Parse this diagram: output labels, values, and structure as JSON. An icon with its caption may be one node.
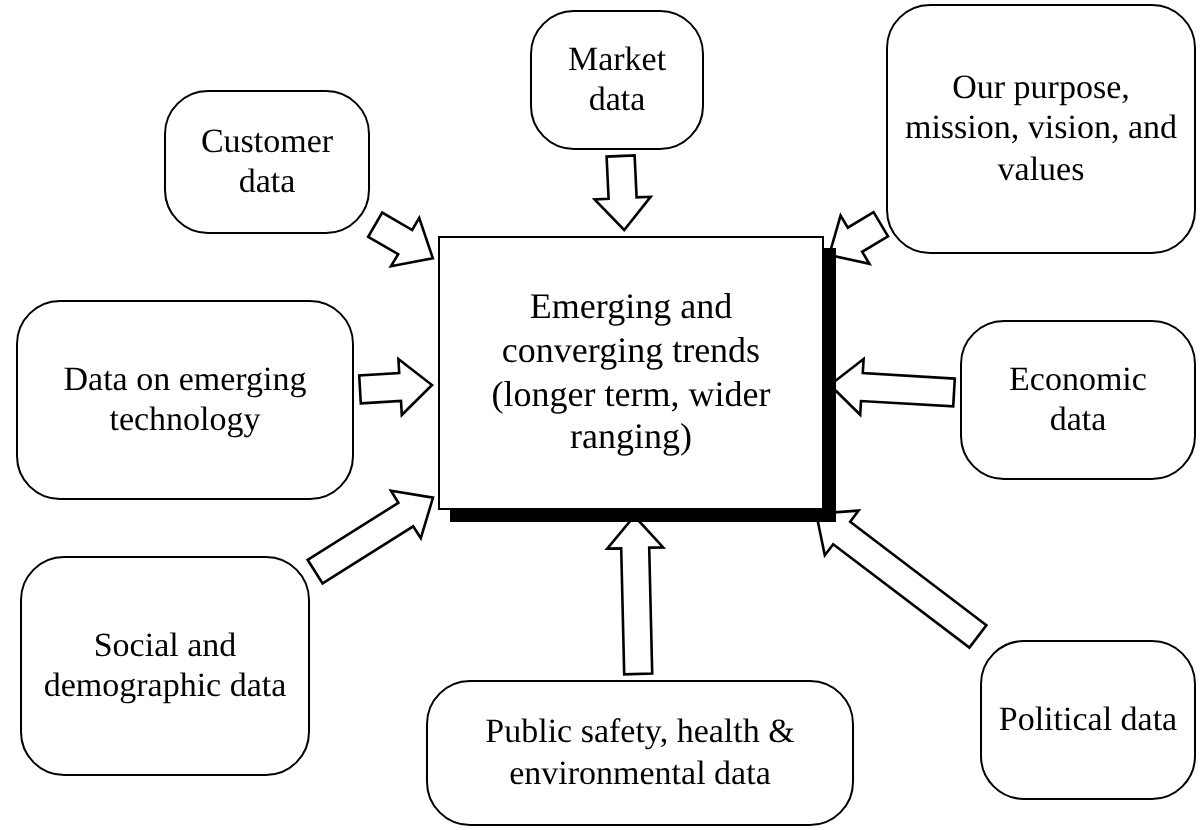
{
  "diagram": {
    "nodes": [
      {
        "text": [
          "Emerging and converging trends (longer term, wider ranging)"
        ]
      },
      {
        "text": [
          "Customer data"
        ]
      },
      {
        "text": [
          "Market data"
        ]
      },
      {
        "text": [
          "Our purpose, mission, vision, and values"
        ]
      },
      {
        "text": [
          "Data on emerging technology"
        ]
      },
      {
        "text": [
          "Economic data"
        ]
      },
      {
        "text": [
          "Social and demographic data"
        ]
      },
      {
        "text": [
          "Public safety, health & environmental data"
        ]
      },
      {
        "text": [
          "Political data"
        ]
      }
    ],
    "edges": [
      {
        "from": 1,
        "to": 0,
        "arrow": "to"
      },
      {
        "from": 2,
        "to": 0,
        "arrow": "to"
      },
      {
        "from": 3,
        "to": 0,
        "arrow": "to"
      },
      {
        "from": 4,
        "to": 0,
        "arrow": "to"
      },
      {
        "from": 5,
        "to": 0,
        "arrow": "to"
      },
      {
        "from": 6,
        "to": 0,
        "arrow": "to"
      },
      {
        "from": 7,
        "to": 0,
        "arrow": "to"
      },
      {
        "from": 8,
        "to": 0,
        "arrow": "to"
      }
    ]
  }
}
